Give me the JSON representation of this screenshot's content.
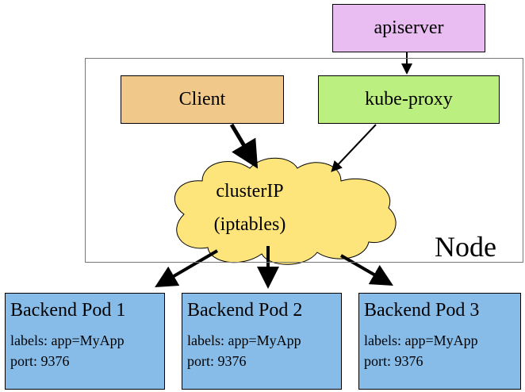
{
  "node": {
    "label": "Node"
  },
  "apiserver": {
    "label": "apiserver",
    "color": "#e9bdf2"
  },
  "client": {
    "label": "Client",
    "color": "#f0c98a"
  },
  "kube_proxy": {
    "label": "kube-proxy",
    "color": "#bbf080"
  },
  "cluster_ip": {
    "line1": "clusterIP",
    "line2": "(iptables)",
    "color": "#fde57b"
  },
  "pods": [
    {
      "title": "Backend Pod 1",
      "labels": "labels: app=MyApp",
      "port": "port: 9376"
    },
    {
      "title": "Backend Pod 2",
      "labels": "labels: app=MyApp",
      "port": "port: 9376"
    },
    {
      "title": "Backend Pod 3",
      "labels": "labels: app=MyApp",
      "port": "port: 9376"
    }
  ],
  "pod_color": "#88bce8"
}
